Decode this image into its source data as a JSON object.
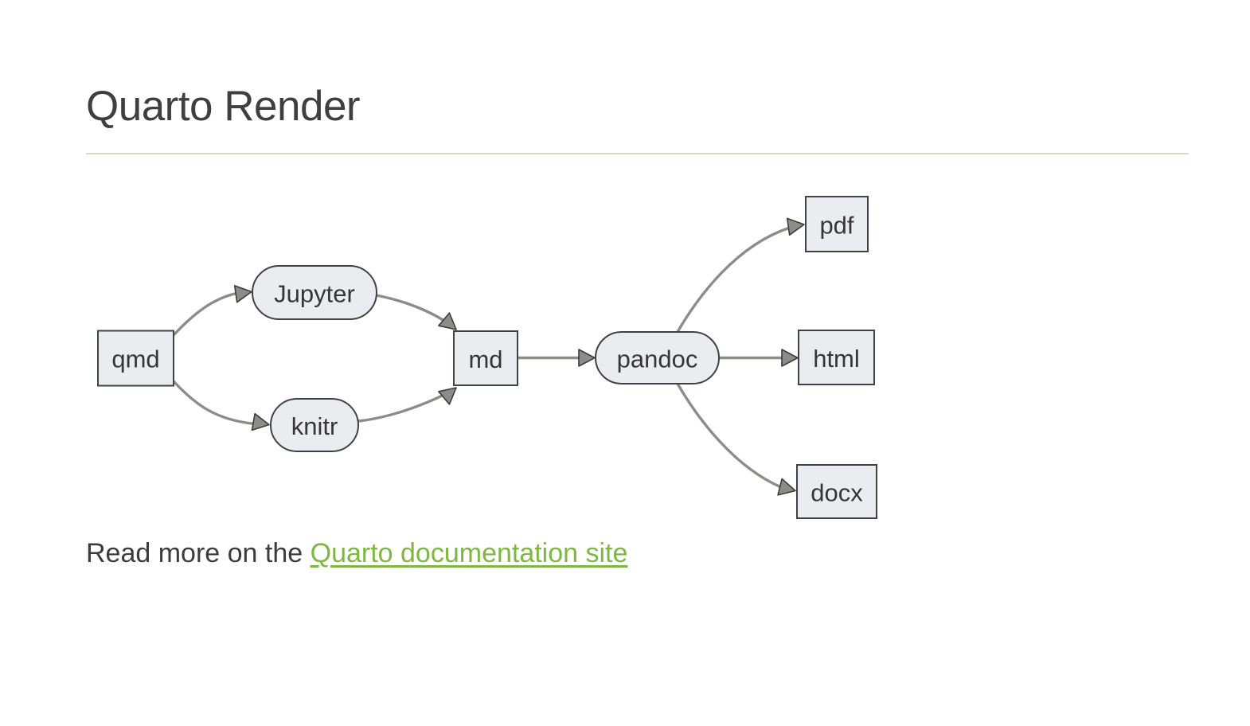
{
  "header": {
    "title": "Quarto Render"
  },
  "diagram": {
    "nodes": [
      {
        "id": "qmd",
        "label": "qmd",
        "shape": "rect"
      },
      {
        "id": "jupyter",
        "label": "Jupyter",
        "shape": "stadium"
      },
      {
        "id": "knitr",
        "label": "knitr",
        "shape": "stadium"
      },
      {
        "id": "md",
        "label": "md",
        "shape": "rect"
      },
      {
        "id": "pandoc",
        "label": "pandoc",
        "shape": "stadium"
      },
      {
        "id": "pdf",
        "label": "pdf",
        "shape": "rect"
      },
      {
        "id": "html",
        "label": "html",
        "shape": "rect"
      },
      {
        "id": "docx",
        "label": "docx",
        "shape": "rect"
      }
    ],
    "edges": [
      {
        "from": "qmd",
        "to": "jupyter"
      },
      {
        "from": "qmd",
        "to": "knitr"
      },
      {
        "from": "jupyter",
        "to": "md"
      },
      {
        "from": "knitr",
        "to": "md"
      },
      {
        "from": "md",
        "to": "pandoc"
      },
      {
        "from": "pandoc",
        "to": "pdf"
      },
      {
        "from": "pandoc",
        "to": "html"
      },
      {
        "from": "pandoc",
        "to": "docx"
      }
    ]
  },
  "footer": {
    "read_more_prefix": "Read more on the ",
    "link_text": "Quarto documentation site"
  },
  "colors": {
    "node_fill": "#e9edf2",
    "node_border": "#3f4145",
    "node_text": "#363636",
    "edge": "#8e8c86",
    "arrow_outline": "#3d3d3d",
    "title_text": "#3e403d",
    "body_text": "#3c3c3c",
    "link": "#7eb742",
    "rule": "#ddd7ca"
  }
}
